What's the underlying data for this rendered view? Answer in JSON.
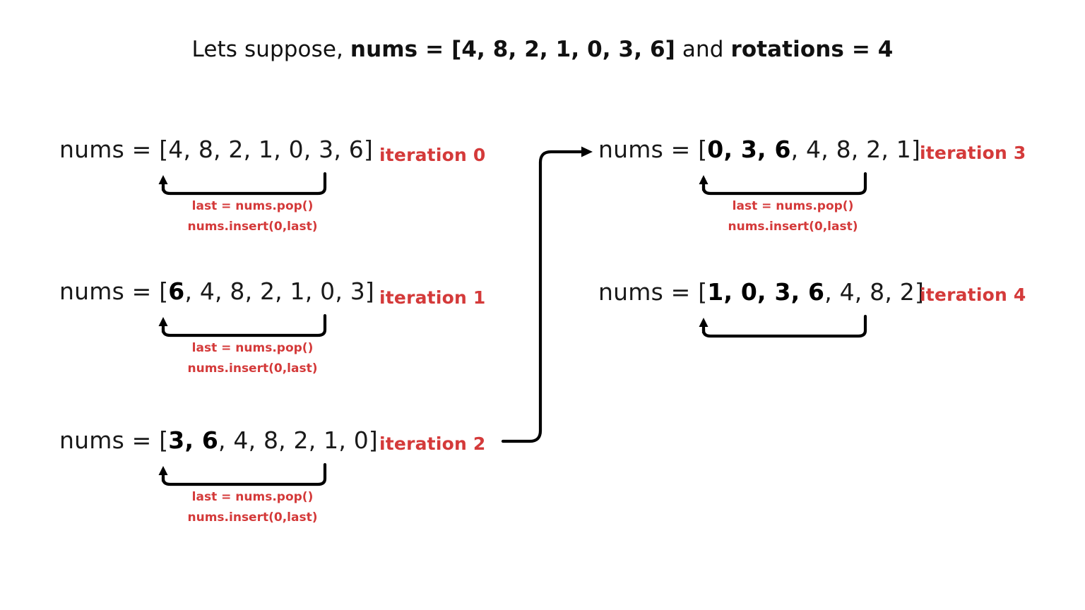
{
  "title": {
    "prefix": "Lets suppose, ",
    "nums_assignment": "nums = [4, 8, 2, 1, 0, 3, 6]",
    "conjunction": " and ",
    "rotations_assignment": "rotations = 4"
  },
  "colors": {
    "accent_red": "#d43a3a",
    "text_black": "#1a1a1a",
    "arrow_black": "#000000",
    "background": "#ffffff"
  },
  "code_lines": {
    "line1": "last = nums.pop()",
    "line2": "nums.insert(0,last)"
  },
  "iterations": [
    {
      "id": "iteration-0",
      "label": "iteration 0",
      "prefix": "nums = [",
      "bold_part": "",
      "plain_part": "4, 8, 2, 1, 0, 3, 6",
      "suffix": "]",
      "array": [
        4,
        8,
        2,
        1,
        0,
        3,
        6
      ],
      "bold_count": 0,
      "has_code": true
    },
    {
      "id": "iteration-1",
      "label": "iteration 1",
      "prefix": "nums = [",
      "bold_part": "6",
      "plain_part": ", 4, 8, 2, 1, 0, 3",
      "suffix": "]",
      "array": [
        6,
        4,
        8,
        2,
        1,
        0,
        3
      ],
      "bold_count": 1,
      "has_code": true
    },
    {
      "id": "iteration-2",
      "label": "iteration 2",
      "prefix": "nums = [",
      "bold_part": "3, 6",
      "plain_part": ", 4, 8, 2, 1, 0",
      "suffix": "]",
      "array": [
        3,
        6,
        4,
        8,
        2,
        1,
        0
      ],
      "bold_count": 2,
      "has_code": true
    },
    {
      "id": "iteration-3",
      "label": "iteration 3",
      "prefix": "nums = [",
      "bold_part": "0, 3, 6",
      "plain_part": ", 4, 8, 2, 1",
      "suffix": "]",
      "array": [
        0,
        3,
        6,
        4,
        8,
        2,
        1
      ],
      "bold_count": 3,
      "has_code": true
    },
    {
      "id": "iteration-4",
      "label": "iteration 4",
      "prefix": "nums = [",
      "bold_part": "1, 0, 3, 6",
      "plain_part": ", 4, 8, 2",
      "suffix": "]",
      "array": [
        1,
        0,
        3,
        6,
        4,
        8,
        2
      ],
      "bold_count": 4,
      "has_code": false
    }
  ],
  "annotations": {
    "loop_arrow_meaning": "rotate-last-to-front-arrow",
    "connector_meaning": "flow-from-iteration-2-to-iteration-3"
  }
}
